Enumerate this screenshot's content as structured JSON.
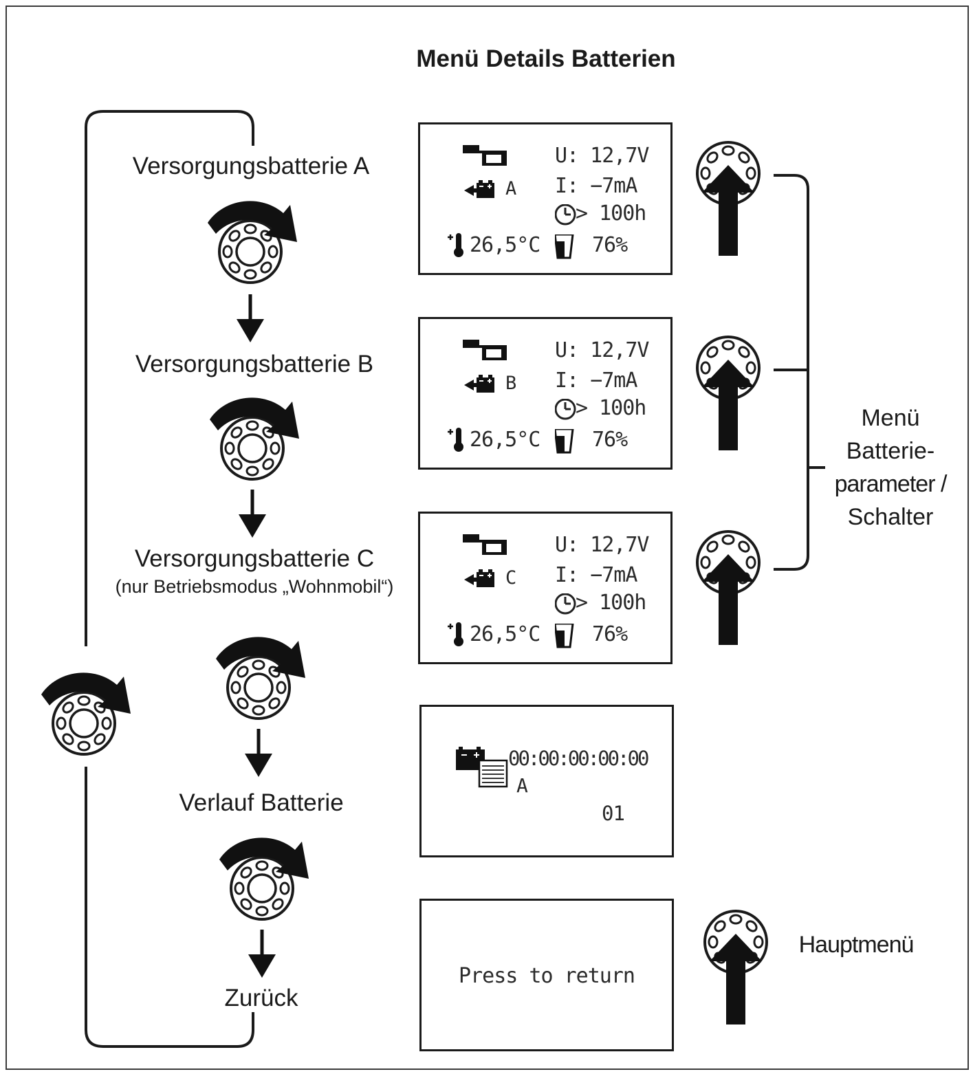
{
  "title": "Menü Details Batterien",
  "left_menu": {
    "battery_a": "Versorgungsbatterie A",
    "battery_b": "Versorgungsbatterie B",
    "battery_c": "Versorgungsbatterie C",
    "battery_c_note": "(nur Betriebsmodus „Wohnmobil“)",
    "history": "Verlauf Batterie",
    "back": "Zurück"
  },
  "screens": [
    {
      "letter": "A",
      "voltage": "U: 12,7V",
      "current": "I:  −7mA",
      "time": "> 100h",
      "temperature": "26,5°C",
      "charge": "76%"
    },
    {
      "letter": "B",
      "voltage": "U: 12,7V",
      "current": "I:  −7mA",
      "time": "> 100h",
      "temperature": "26,5°C",
      "charge": "76%"
    },
    {
      "letter": "C",
      "voltage": "U: 12,7V",
      "current": "I:  −7mA",
      "time": "> 100h",
      "temperature": "26,5°C",
      "charge": "76%"
    }
  ],
  "history_screen": {
    "timestamp": "00:00:00:00:00",
    "letter": "A",
    "index": "01"
  },
  "return_screen": {
    "text": "Press  to  return"
  },
  "right_labels": {
    "params_line1": "Menü",
    "params_line2": "Batterie-",
    "params_line3": "parameter /",
    "params_line4": "Schalter",
    "main_menu": "Hauptmenü"
  },
  "icons": [
    "rotate-knob-icon",
    "push-knob-icon",
    "battery-icon",
    "thermometer-icon",
    "clock-icon",
    "charge-level-icon",
    "history-log-icon",
    "down-arrow-icon"
  ]
}
